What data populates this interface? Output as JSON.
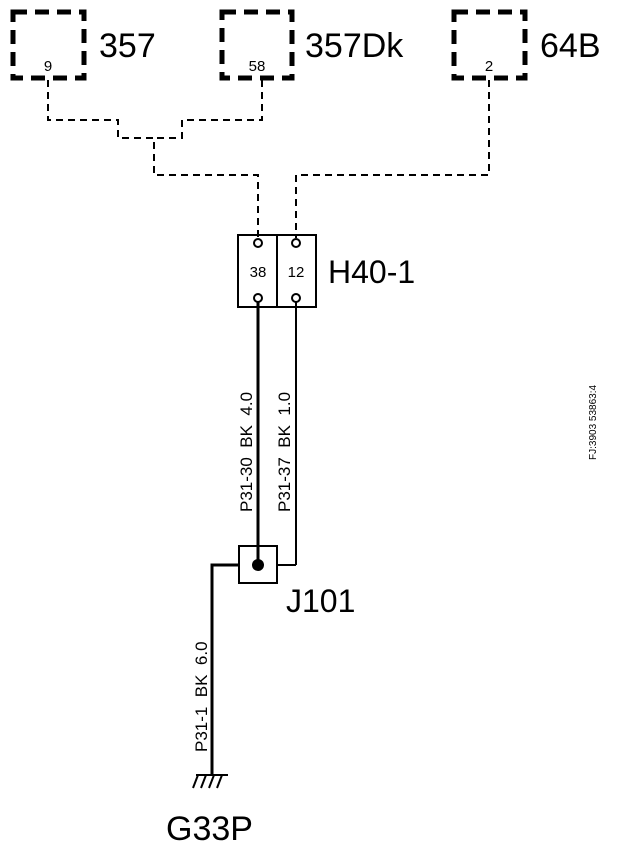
{
  "components": {
    "c1": {
      "name": "357",
      "pin": "9"
    },
    "c2": {
      "name": "357Dk",
      "pin": "58"
    },
    "c3": {
      "name": "64B",
      "pin": "2"
    }
  },
  "connector": {
    "name": "H40-1",
    "pins": [
      "38",
      "12"
    ]
  },
  "splice": {
    "name": "J101"
  },
  "ground": {
    "name": "G33P"
  },
  "wires": {
    "w1": "P31-30  BK  4.0",
    "w2": "P31-37  BK  1.0",
    "w3": "P31-1  BK  6.0"
  },
  "figure_id": "FJ:3903 53863:4"
}
